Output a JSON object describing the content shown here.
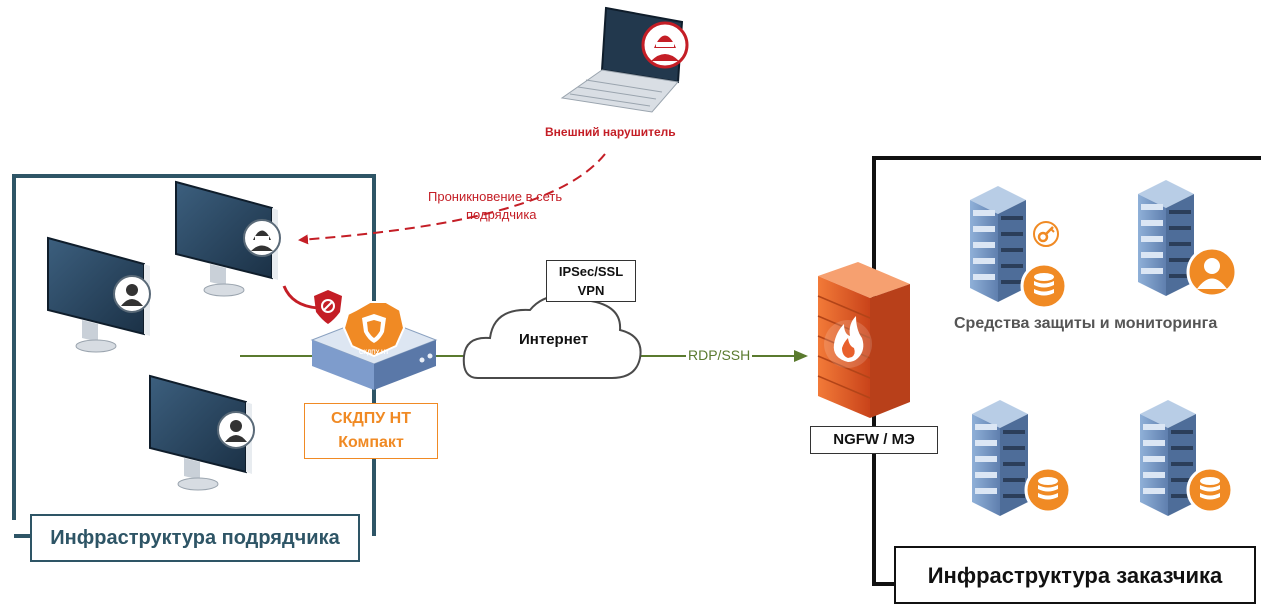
{
  "labels": {
    "attacker": "Внешний нарушитель",
    "penetration_line1": "Проникновение в сеть",
    "penetration_line2": "подрядчика",
    "vpn_line1": "IPSec/SSL",
    "vpn_line2": "VPN",
    "internet": "Интернет",
    "rdp_ssh": "RDP/SSH",
    "device_line1": "СКДПУ НТ",
    "device_line2": "Компакт",
    "firewall": "NGFW / МЭ",
    "security_tools": "Средства защиты и мониторинга",
    "contractor_infra": "Инфраструктура подрядчика",
    "customer_infra": "Инфраструктура заказчика",
    "device_badge": "СКДПУ НТ"
  },
  "icons": {
    "monitor": "desktop-monitor-icon",
    "user": "user-avatar-icon",
    "hacker": "hacker-icon",
    "block": "blocked-shield-icon",
    "server": "server-rack-icon",
    "database": "database-icon",
    "key": "key-icon",
    "fire": "firewall-flame-icon",
    "cloud": "cloud-icon",
    "laptop": "laptop-icon"
  },
  "colors": {
    "contractor_border": "#2e5566",
    "customer_border": "#111111",
    "accent_orange": "#f08a24",
    "threat_red": "#c41e26",
    "link_green": "#5a7a2e",
    "server_blue": "#6e8fb8",
    "firewall_red": "#e8602c"
  }
}
